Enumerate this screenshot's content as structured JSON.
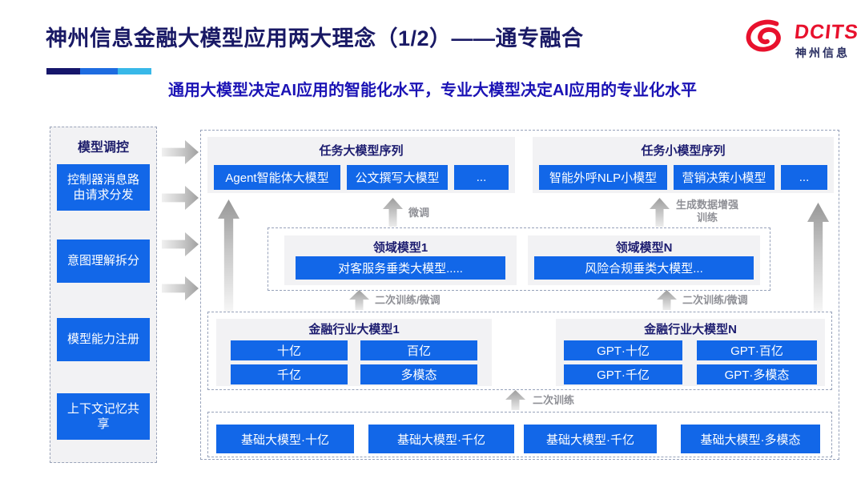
{
  "slide": {
    "title": "神州信息金融大模型应用两大理念（1/2）——通专融合",
    "subtitle": "通用大模型决定AI应用的智能化水平，专业大模型决定AI应用的专业化水平",
    "logo": {
      "brand": "DCITS",
      "brand_cn": "神州信息"
    }
  },
  "sidebar": {
    "title": "模型调控",
    "items": [
      {
        "label": "控制器消息路由请求分发"
      },
      {
        "label": "意图理解拆分"
      },
      {
        "label": "模型能力注册"
      },
      {
        "label": "上下文记忆共享"
      }
    ]
  },
  "diagram": {
    "task_large": {
      "title": "任务大模型序列",
      "boxes": [
        "Agent智能体大模型",
        "公文撰写大模型",
        "..."
      ]
    },
    "task_small": {
      "title": "任务小模型序列",
      "boxes": [
        "智能外呼NLP小模型",
        "营销决策小模型",
        "..."
      ]
    },
    "domain": [
      {
        "title": "领域模型1",
        "box": "对客服务垂类大模型....."
      },
      {
        "title": "领域模型N",
        "box": "风险合规垂类大模型..."
      }
    ],
    "industry": [
      {
        "title": "金融行业大模型1",
        "boxes": [
          "十亿",
          "百亿",
          "千亿",
          "多模态"
        ]
      },
      {
        "title": "金融行业大模型N",
        "boxes": [
          "GPT·十亿",
          "GPT·百亿",
          "GPT·千亿",
          "GPT·多模态"
        ]
      }
    ],
    "base_models": [
      "基础大模型·十亿",
      "基础大模型·千亿",
      "基础大模型·千亿",
      "基础大模型·多模态"
    ],
    "labels": {
      "finetune": "微调",
      "gen_data_training": "生成数据增强训练",
      "secondary_finetune": "二次训练/微调",
      "secondary_training": "二次训练"
    }
  },
  "colors": {
    "accent_blue": "#1267e8",
    "navy_text": "#1d1d70",
    "subtitle_blue": "#1b13b5",
    "brand_red": "#e8112d",
    "panel_gray": "#f2f2f4"
  }
}
